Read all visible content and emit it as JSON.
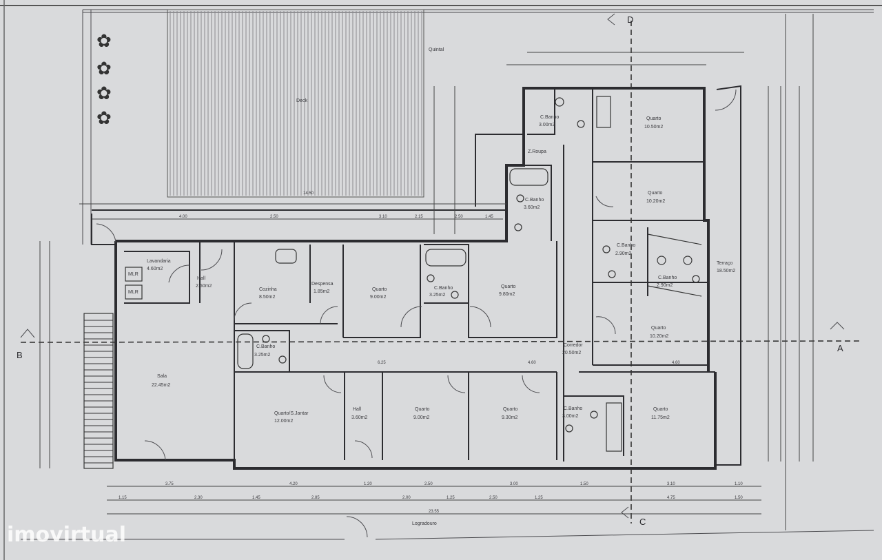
{
  "outdoor": {
    "quintal": "Quintal",
    "deck": "Deck",
    "logradouro": "Logradouro"
  },
  "rooms": {
    "lavandaria": {
      "name": "Lavandaria",
      "area": "4.60m2"
    },
    "mlr_1": "MLR",
    "mlr_2": "MLR",
    "hall_1": {
      "name": "Hall",
      "area": "2.50m2"
    },
    "cozinha": {
      "name": "Cozinha",
      "area": "8.50m2"
    },
    "despensa": {
      "name": "Despensa",
      "area": "1.85m2"
    },
    "quarto_9": {
      "name": "Quarto",
      "area": "9.00m2"
    },
    "banho_3_25a": {
      "name": "C.Banho",
      "area": "3.25m2"
    },
    "quarto_9_80": {
      "name": "Quarto",
      "area": "9.80m2"
    },
    "banho_3_25b": {
      "name": "C.Banho",
      "area": "3.25m2"
    },
    "sala": {
      "name": "Sala",
      "area": "22.45m2"
    },
    "quarto_jantar": {
      "name": "Quarto/S.Jantar",
      "area": "12.00m2"
    },
    "hall_2": {
      "name": "Hall",
      "area": "3.60m2"
    },
    "quarto_9b": {
      "name": "Quarto",
      "area": "9.00m2"
    },
    "quarto_9_30": {
      "name": "Quarto",
      "area": "9.30m2"
    },
    "corredor": {
      "name": "Corredor",
      "area": "20.50m2"
    },
    "banho_3_00a": {
      "name": "C.Banho",
      "area": "3.00m2"
    },
    "quarto_10_50": {
      "name": "Quarto",
      "area": "10.50m2"
    },
    "arrumos": "Z.Roupa",
    "banho_3_60": {
      "name": "C.Banho",
      "area": "3.60m2"
    },
    "quarto_10_20a": {
      "name": "Quarto",
      "area": "10.20m2"
    },
    "banho_2_90a": {
      "name": "C.Banho",
      "area": "2.90m2"
    },
    "banho_2_90b": {
      "name": "C.Banho",
      "area": "2.90m2"
    },
    "terraco": {
      "name": "Terraço",
      "area": "18.50m2"
    },
    "quarto_10_20b": {
      "name": "Quarto",
      "area": "10.20m2"
    },
    "banho_3_00b": {
      "name": "C.Banho",
      "area": "3.00m2"
    },
    "quarto_11_75": {
      "name": "Quarto",
      "area": "11.75m2"
    }
  },
  "sections": {
    "a": "A",
    "b": "B",
    "c": "C",
    "d": "D"
  },
  "dimensions": {
    "top_row": [
      "4.00",
      "2.50",
      "3.10",
      "2.15",
      "2.50",
      "1.45"
    ],
    "inner_row": [
      "6.25",
      "4.60",
      "4.60"
    ],
    "bottom_row_1": [
      "3.75",
      "4.20",
      "1.20",
      "2.50",
      "3.00",
      "1.50",
      "3.10",
      "1.10"
    ],
    "bottom_row_2": [
      "1.15",
      "2.30",
      "1.45",
      "2.85",
      "2.00",
      "1.25",
      "2.50",
      "1.25",
      "4.75",
      "1.50"
    ],
    "total": "23.55",
    "deck_width": "14.50"
  },
  "watermark": "imovirtual",
  "colors": {
    "paper": "#d9dadc",
    "ink": "#2c2c30"
  }
}
